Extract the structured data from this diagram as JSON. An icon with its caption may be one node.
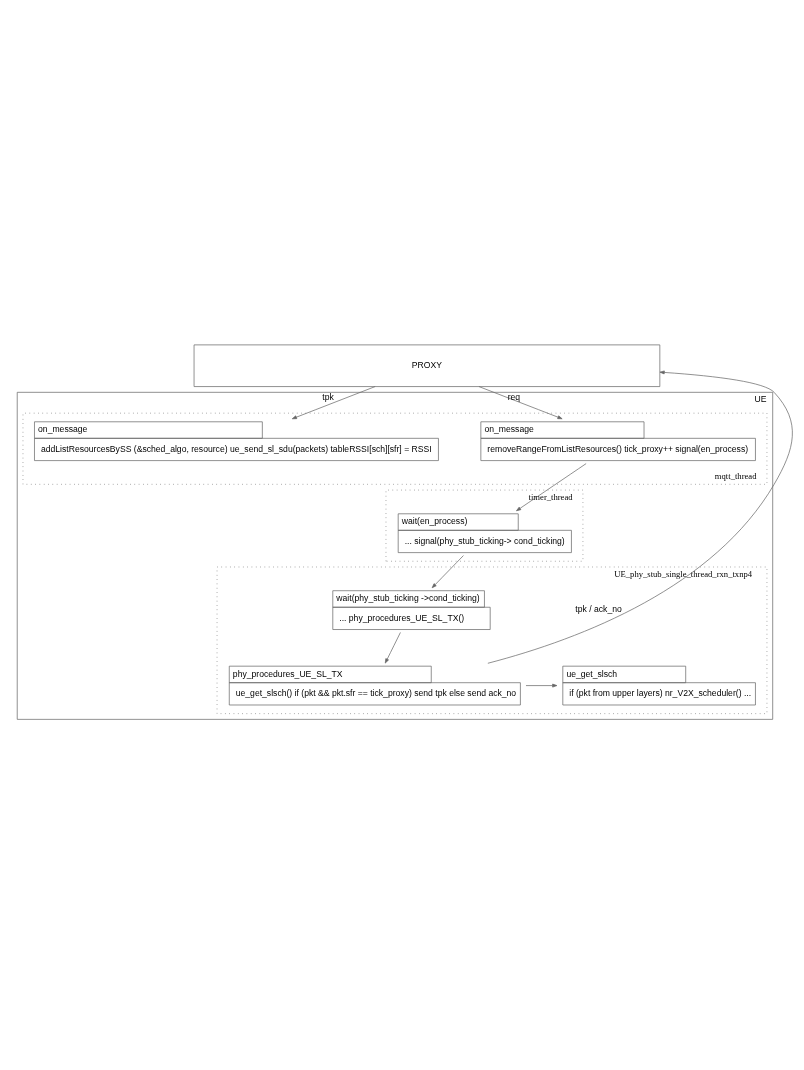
{
  "diagram": {
    "nodes": [
      {
        "text": [
          "PROXY"
        ]
      },
      {
        "text": [
          "UE"
        ]
      },
      {
        "text": [
          "mqtt_thread"
        ],
        "in": 1
      },
      {
        "text": [
          "on_message",
          "removeRangeFromListResources() tick_proxy++ signal(en_process)"
        ],
        "in": 2
      },
      {
        "text": [
          "on_message",
          "addListResourcesBySS (&sched_algo, resource) ue_send_sl_sdu(packets) tableRSSI[sch][sfr] = RSSI"
        ],
        "in": 2
      },
      {
        "text": [
          "timer_thread"
        ],
        "in": 1
      },
      {
        "text": [
          "wait(en_process)",
          "... signal(phy_stub_ticking-> cond_ticking)"
        ],
        "in": 5
      },
      {
        "text": [
          "UE_phy_stub_single_thread_rxn_txnp4"
        ],
        "in": 1
      },
      {
        "text": [
          "wait(phy_stub_ticking ->cond_ticking)",
          "... phy_procedures_UE_SL_TX()"
        ],
        "in": 7
      },
      {
        "text": [
          "phy_procedures_UE_SL_TX",
          "ue_get_slsch() if (pkt && pkt.sfr == tick_proxy) send tpk else send ack_no"
        ],
        "in": 7
      },
      {
        "text": [
          "ue_get_slsch",
          "if (pkt from upper layers) nr_V2X_scheduler() ..."
        ],
        "in": 7
      }
    ],
    "edges": [
      {
        "from": 0,
        "to": 3,
        "arrow": "to",
        "label": "req"
      },
      {
        "from": 0,
        "to": 4,
        "arrow": "to",
        "label": "tpk"
      },
      {
        "from": 3,
        "to": 6,
        "arrow": "to"
      },
      {
        "from": 6,
        "to": 8,
        "arrow": "to"
      },
      {
        "from": 8,
        "to": 9,
        "arrow": "to"
      },
      {
        "from": 9,
        "to": 10,
        "arrow": "to"
      },
      {
        "from": 9,
        "to": 0,
        "arrow": "to",
        "label": "tpk / ack_no"
      }
    ]
  }
}
